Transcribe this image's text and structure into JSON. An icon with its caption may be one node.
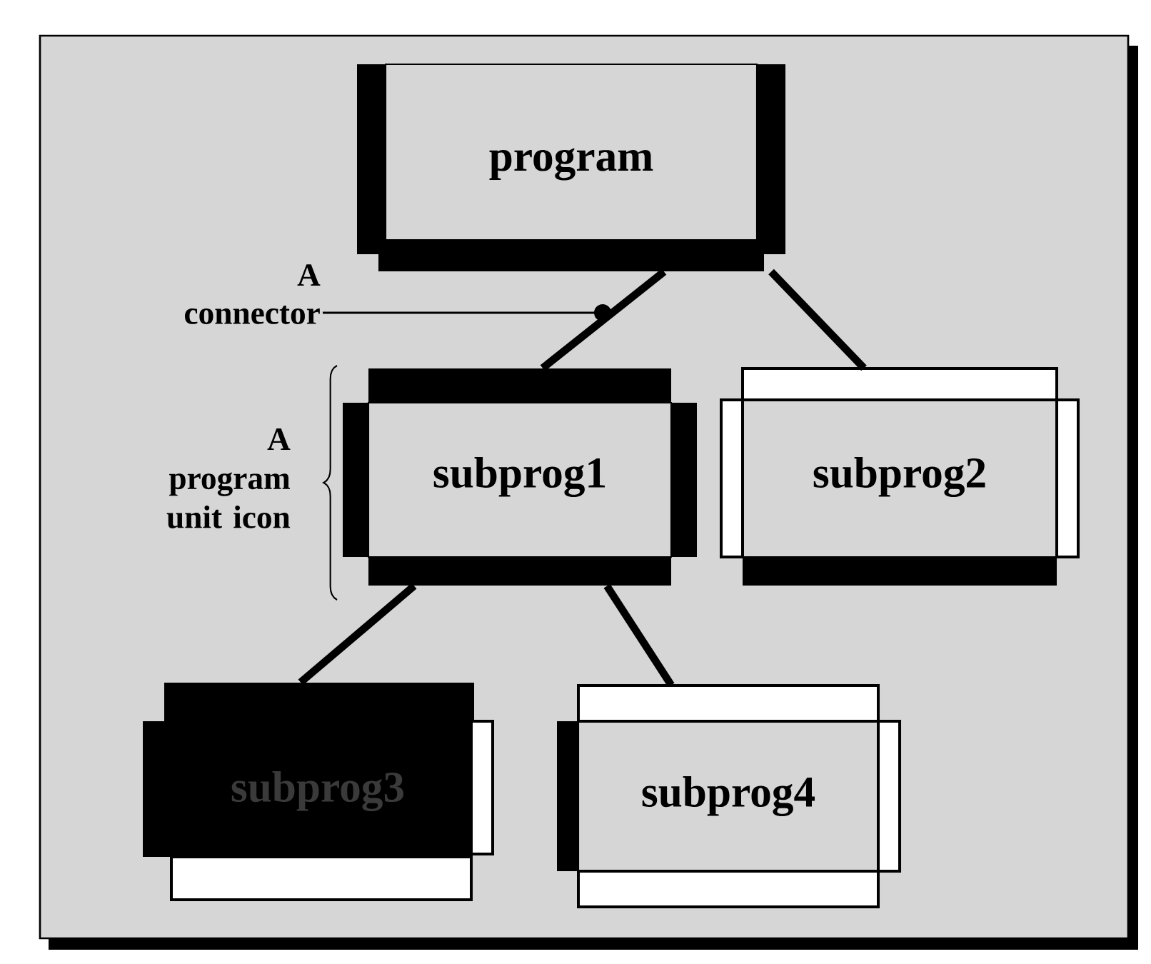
{
  "diagram": {
    "nodes": [
      {
        "text": [
          "program"
        ]
      },
      {
        "text": [
          "subprog1"
        ]
      },
      {
        "text": [
          "subprog2"
        ]
      },
      {
        "text": [
          "subprog3"
        ]
      },
      {
        "text": [
          "subprog4"
        ]
      },
      {
        "text": [
          "A connector"
        ]
      }
    ],
    "edges": [
      {
        "from": 0,
        "to": 1,
        "arrow": "none"
      },
      {
        "from": 0,
        "to": 2,
        "arrow": "none"
      },
      {
        "from": 1,
        "to": 3,
        "arrow": "none"
      },
      {
        "from": 1,
        "to": 4,
        "arrow": "none"
      },
      {
        "from": 5,
        "to": null,
        "arrow": "other"
      }
    ],
    "labels": [
      "A program unit icon"
    ]
  }
}
